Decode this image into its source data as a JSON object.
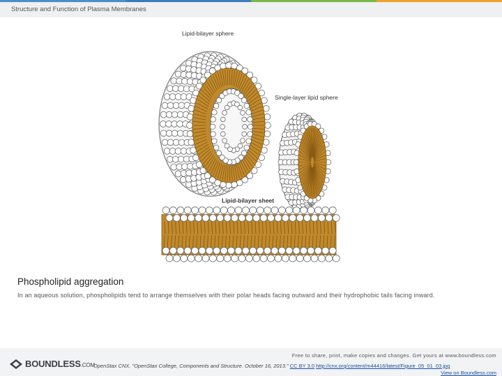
{
  "header": {
    "title": "Structure and Function of Plasma Membranes"
  },
  "accent_colors": [
    "#4a90c8",
    "#3a7dbf",
    "#7ab648",
    "#f0a030"
  ],
  "figure": {
    "labels": {
      "bilayer_sphere": "Lipid-bilayer sphere",
      "single_layer": "Single-layer lipid sphere",
      "bilayer_sheet": "Lipid-bilayer sheet"
    },
    "colors": {
      "tail": "#c08a2c",
      "tail_dark": "#8a5a14",
      "head_fill": "#ffffff",
      "head_stroke": "#555555"
    }
  },
  "caption": {
    "title": "Phospholipid aggregation",
    "text": "In an aqueous solution, phospholipids tend to arrange themselves with their polar heads facing outward and their hydrophobic tails facing inward."
  },
  "footer": {
    "logo_name": "BOUNDLESS",
    "logo_suffix": ".COM",
    "logo_icon": "boundless-logo-icon",
    "share_text": "Free to share, print, make copies and changes. Get yours at www.boundless.com",
    "citation": "OpenStax CNX. \"OpenStax College, Components and Structure. October 16, 2013.\"",
    "license": "CC BY 3.0",
    "source_link": "http://cnx.org/content/m44416/latest/Figure_05_01_03.jpg",
    "view_link": "View on Boundless.com"
  }
}
